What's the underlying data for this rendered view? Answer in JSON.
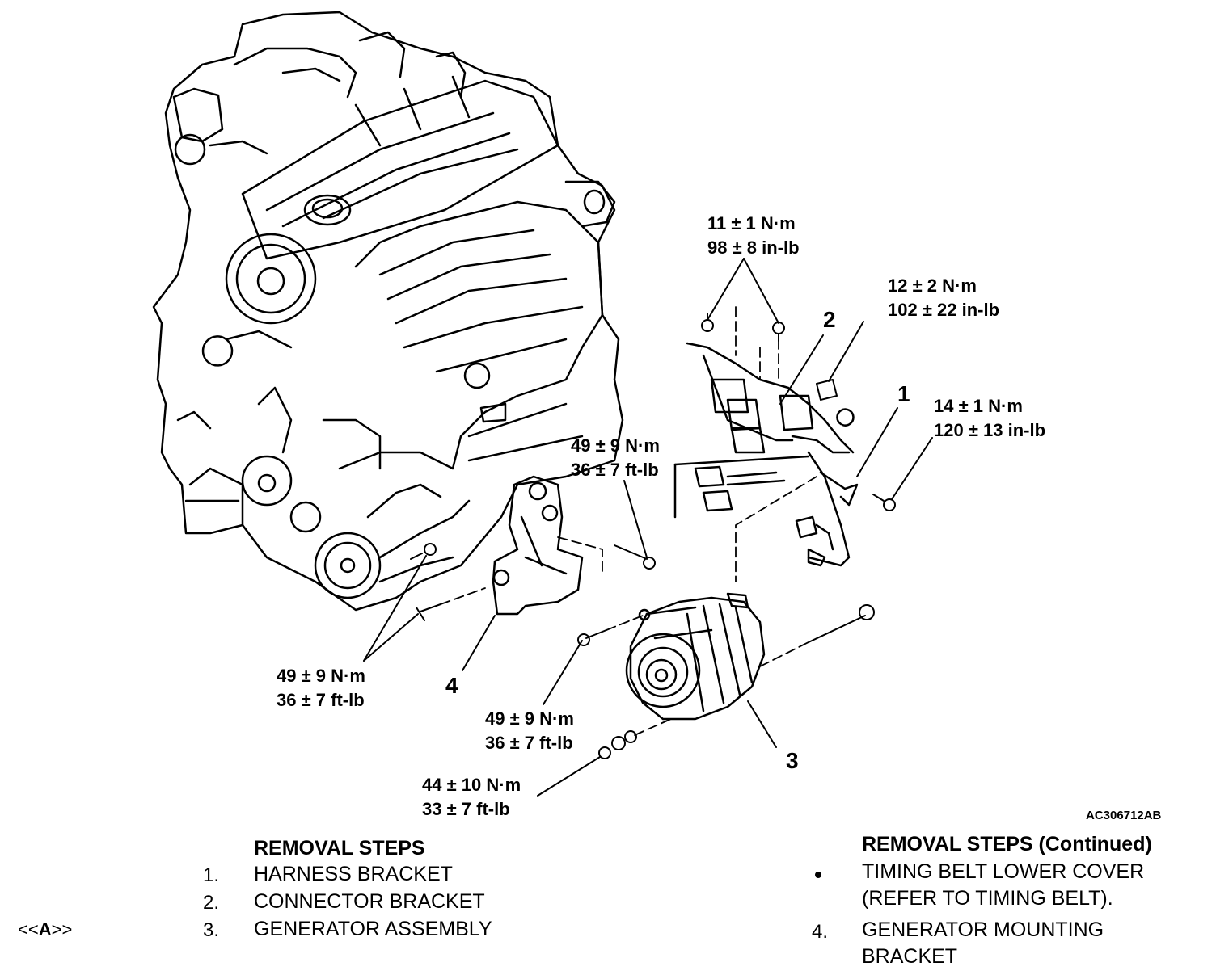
{
  "figure": {
    "id": "AC306712AB",
    "callouts": {
      "c1": "1",
      "c2": "2",
      "c3": "3",
      "c4": "4"
    },
    "torques": {
      "t_top": {
        "metric": "11 ± 1 N·m",
        "imperial": "98 ± 8 in-lb"
      },
      "t_connector": {
        "metric": "12 ± 2 N·m",
        "imperial": "102 ± 22 in-lb"
      },
      "t_harness": {
        "metric": "14 ± 1 N·m",
        "imperial": "120 ± 13 in-lb"
      },
      "t_mid": {
        "metric": "49 ± 9 N·m",
        "imperial": "36 ± 7 ft-lb"
      },
      "t_left": {
        "metric": "49 ± 9 N·m",
        "imperial": "36 ± 7 ft-lb"
      },
      "t_gen": {
        "metric": "49 ± 9 N·m",
        "imperial": "36 ± 7 ft-lb"
      },
      "t_nut": {
        "metric": "44 ± 10 N·m",
        "imperial": "33 ± 7 ft-lb"
      }
    }
  },
  "steps_left": {
    "title": "REMOVAL STEPS",
    "items": [
      {
        "num": "1.",
        "text": "HARNESS BRACKET"
      },
      {
        "num": "2.",
        "text": "CONNECTOR BRACKET"
      },
      {
        "num": "3.",
        "text": "GENERATOR ASSEMBLY"
      }
    ],
    "ref": {
      "open": "<<",
      "letter": "A",
      "close": ">>"
    }
  },
  "steps_right": {
    "title": "REMOVAL STEPS (Continued)",
    "bullet_line1": "TIMING BELT LOWER COVER",
    "bullet_line2": "(REFER TO TIMING BELT).",
    "item4_num": "4.",
    "item4_line1": "GENERATOR MOUNTING",
    "item4_line2": "BRACKET"
  }
}
